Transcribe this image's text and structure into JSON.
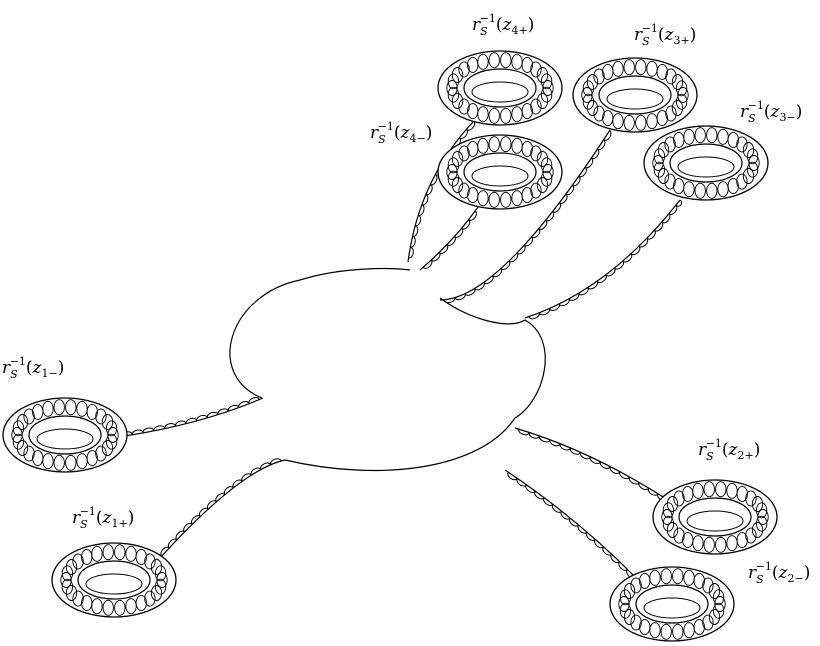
{
  "diagram": {
    "colors": {
      "ink": "#000000",
      "background": "#ffffff"
    },
    "tori": [
      {
        "id": "z4plus",
        "label": {
          "base": "r",
          "sub": "S",
          "sup": "−1",
          "arg": "z",
          "argsub": "4+"
        }
      },
      {
        "id": "z3plus",
        "label": {
          "base": "r",
          "sub": "S",
          "sup": "−1",
          "arg": "z",
          "argsub": "3+"
        }
      },
      {
        "id": "z3minus",
        "label": {
          "base": "r",
          "sub": "S",
          "sup": "−1",
          "arg": "z",
          "argsub": "3−"
        }
      },
      {
        "id": "z4minus",
        "label": {
          "base": "r",
          "sub": "S",
          "sup": "−1",
          "arg": "z",
          "argsub": "4−"
        }
      },
      {
        "id": "z1minus",
        "label": {
          "base": "r",
          "sub": "S",
          "sup": "−1",
          "arg": "z",
          "argsub": "1−"
        }
      },
      {
        "id": "z1plus",
        "label": {
          "base": "r",
          "sub": "S",
          "sup": "−1",
          "arg": "z",
          "argsub": "1+"
        }
      },
      {
        "id": "z2plus",
        "label": {
          "base": "r",
          "sub": "S",
          "sup": "−1",
          "arg": "z",
          "argsub": "2+"
        }
      },
      {
        "id": "z2minus",
        "label": {
          "base": "r",
          "sub": "S",
          "sup": "−1",
          "arg": "z",
          "argsub": "2−"
        }
      }
    ]
  }
}
